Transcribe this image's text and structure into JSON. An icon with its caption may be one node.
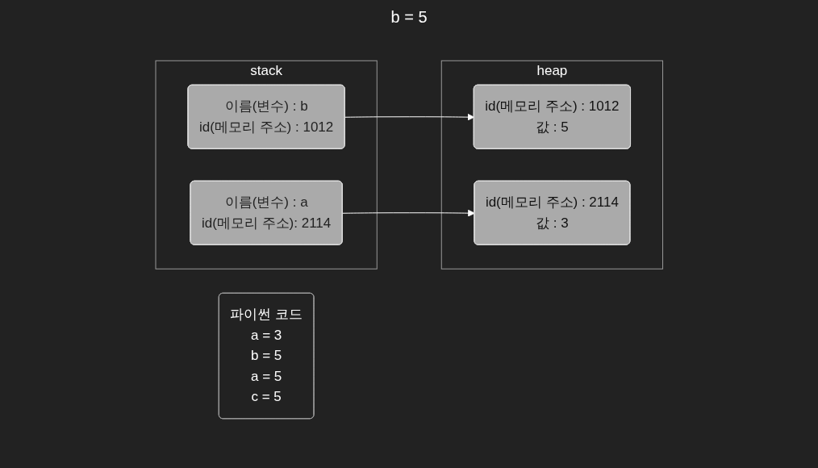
{
  "diagram": {
    "title": "b = 5",
    "nodes": [
      {
        "text": [
          "stack"
        ]
      },
      {
        "text": [
          "heap"
        ]
      },
      {
        "text": [
          "이름(변수) : b",
          "id(메모리 주소) : 1012"
        ],
        "in": 0
      },
      {
        "text": [
          "이름(변수) : a",
          "id(메모리 주소): 2114"
        ],
        "in": 0
      },
      {
        "text": [
          "id(메모리 주소) : 1012",
          "값 : 5"
        ],
        "in": 1
      },
      {
        "text": [
          "id(메모리 주소) : 2114",
          "값 : 3"
        ],
        "in": 1
      },
      {
        "text": [
          "파이썬 코드",
          "a = 3",
          "b = 5",
          "a = 5",
          "c = 5"
        ]
      }
    ],
    "edges": [
      {
        "from": 2,
        "to": 4,
        "arrow": "to"
      },
      {
        "from": 3,
        "to": 5,
        "arrow": "to"
      }
    ]
  }
}
